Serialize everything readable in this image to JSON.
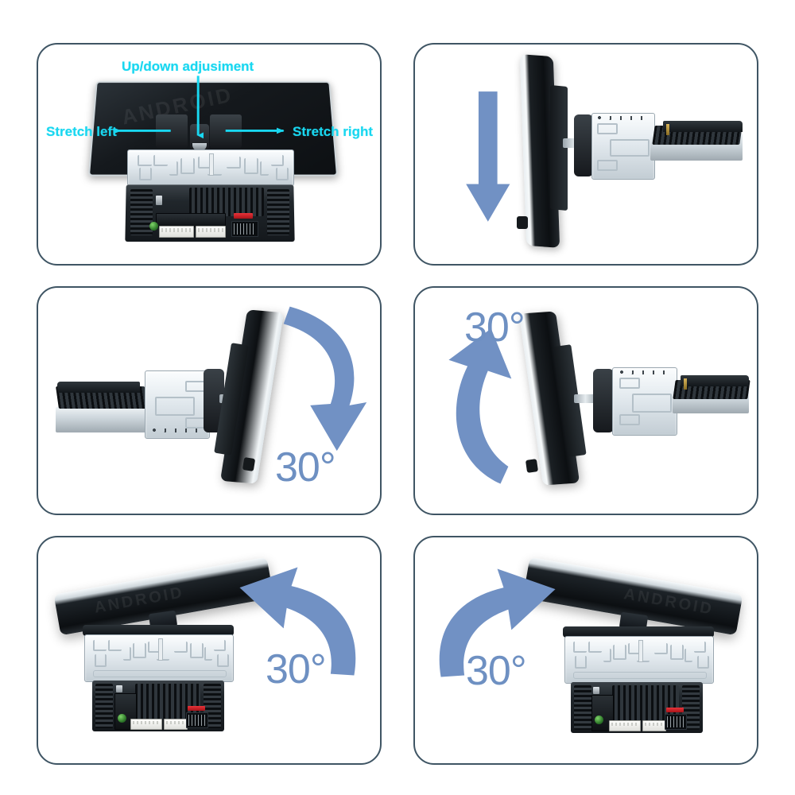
{
  "document": {
    "type": "product-infographic",
    "subject": "Car stereo head unit with adjustable screen",
    "background_color": "#ffffff",
    "panel_border_color": "#3f5564",
    "arrow_color": "#7191c4",
    "callout_color": "#19d7f0",
    "degree_text_color": "#6e90c2",
    "columns": 2,
    "rows": 3
  },
  "panels": [
    {
      "id": "panel-1",
      "position": "top-left",
      "view": "rear three-quarter view of head unit with detached screen",
      "callouts": [
        {
          "name": "up-down-adjustment",
          "text": "Up/down adjusiment",
          "arrow": "down"
        },
        {
          "name": "stretch-left",
          "text": "Stretch left",
          "arrow": "left"
        },
        {
          "name": "stretch-right",
          "text": "Stretch right",
          "arrow": "right"
        }
      ],
      "angle_label": "",
      "arrow_type": "straight-callouts"
    },
    {
      "id": "panel-2",
      "position": "top-right",
      "view": "side profile, screen mounted on bracket",
      "callouts": [],
      "angle_label": "",
      "arrow_type": "straight-down"
    },
    {
      "id": "panel-3",
      "position": "middle-left",
      "view": "side profile facing right, screen tilting down",
      "callouts": [],
      "angle_label": "30°",
      "arrow_type": "curved-down-right"
    },
    {
      "id": "panel-4",
      "position": "middle-right",
      "view": "side profile facing left, screen tilting up",
      "callouts": [],
      "angle_label": "30°",
      "arrow_type": "curved-up-left"
    },
    {
      "id": "panel-5",
      "position": "bottom-left",
      "view": "front view, screen tilted back to the left",
      "callouts": [],
      "angle_label": "30°",
      "arrow_type": "curved-up-left"
    },
    {
      "id": "panel-6",
      "position": "bottom-right",
      "view": "front view, screen tilted back to the right",
      "callouts": [],
      "angle_label": "30°",
      "arrow_type": "curved-up-right"
    }
  ]
}
